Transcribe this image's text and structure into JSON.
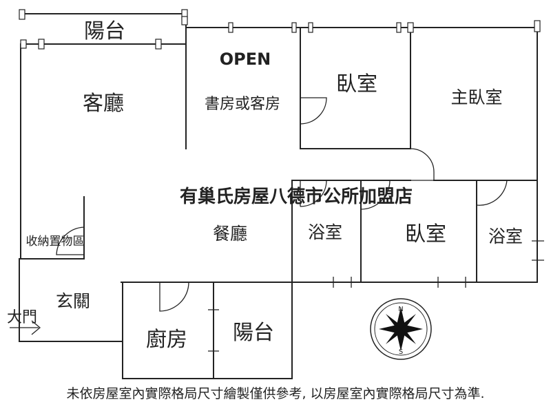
{
  "rooms": {
    "balcony_top": "陽台",
    "living_room": "客廳",
    "open_label": "OPEN",
    "study": "書房或客房",
    "bedroom_top": "臥室",
    "master_bedroom": "主臥室",
    "storage": "收納置物區",
    "dining_room": "餐廳",
    "bathroom_mid": "浴室",
    "bedroom_bottom": "臥室",
    "bathroom_right": "浴室",
    "entrance": "玄關",
    "entrance_sign": "大門",
    "kitchen": "廚房",
    "balcony_bottom": "陽台"
  },
  "watermark": "有巢氏房屋八德市公所加盟店",
  "compass": {
    "north": "N",
    "south": "S"
  },
  "disclaimer": "未依房屋室內實際格局尺寸繪製僅供參考, 以房屋室內實際格局尺寸為準."
}
